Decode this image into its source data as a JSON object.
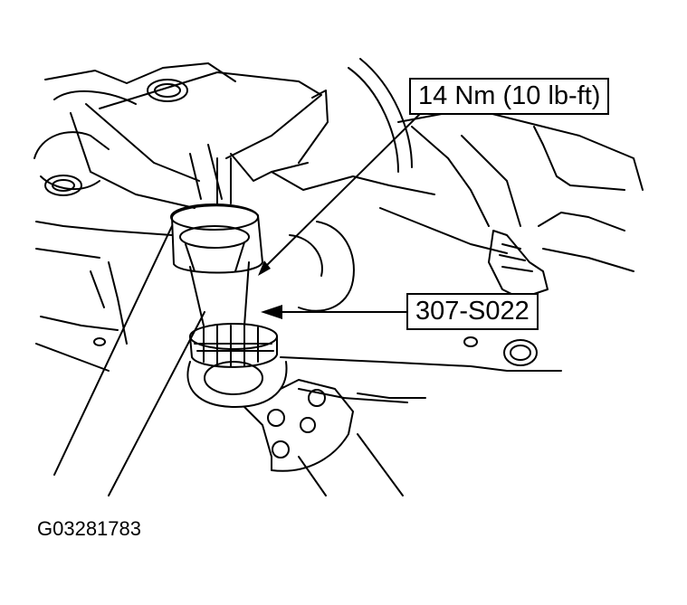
{
  "callouts": {
    "torque_spec": "14 Nm (10 lb-ft)",
    "special_tool": "307-S022"
  },
  "figure_id": "G03281783",
  "colors": {
    "line": "#000000",
    "background": "#ffffff"
  }
}
